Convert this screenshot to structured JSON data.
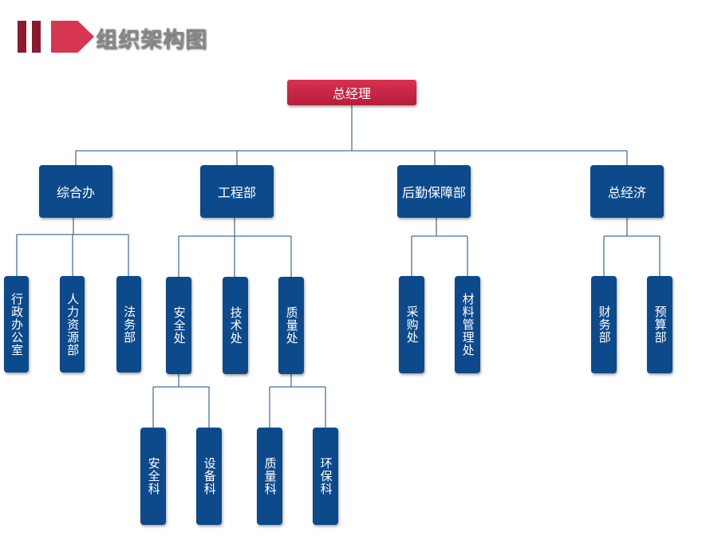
{
  "header": {
    "title": "组织架构图"
  },
  "colors": {
    "node": "#0d4a8c",
    "root": "#c8254a",
    "line": "#4a6fa0",
    "accent_dark": "#8b1a2f",
    "accent": "#d63651"
  },
  "org": {
    "root": "总经理",
    "departments": [
      {
        "label": "综合办",
        "children": [
          {
            "label": "行政办公室"
          },
          {
            "label": "人力资源部"
          },
          {
            "label": "法务部"
          }
        ]
      },
      {
        "label": "工程部",
        "children": [
          {
            "label": "安全处",
            "children": [
              {
                "label": "安全科"
              },
              {
                "label": "设备科"
              }
            ]
          },
          {
            "label": "技术处"
          },
          {
            "label": "质量处",
            "children": [
              {
                "label": "质量科"
              },
              {
                "label": "环保科"
              }
            ]
          }
        ]
      },
      {
        "label": "后勤保障部",
        "children": [
          {
            "label": "采购处"
          },
          {
            "label": "材料管理处"
          }
        ]
      },
      {
        "label": "总经济",
        "children": [
          {
            "label": "财务部"
          },
          {
            "label": "预算部"
          }
        ]
      }
    ]
  }
}
